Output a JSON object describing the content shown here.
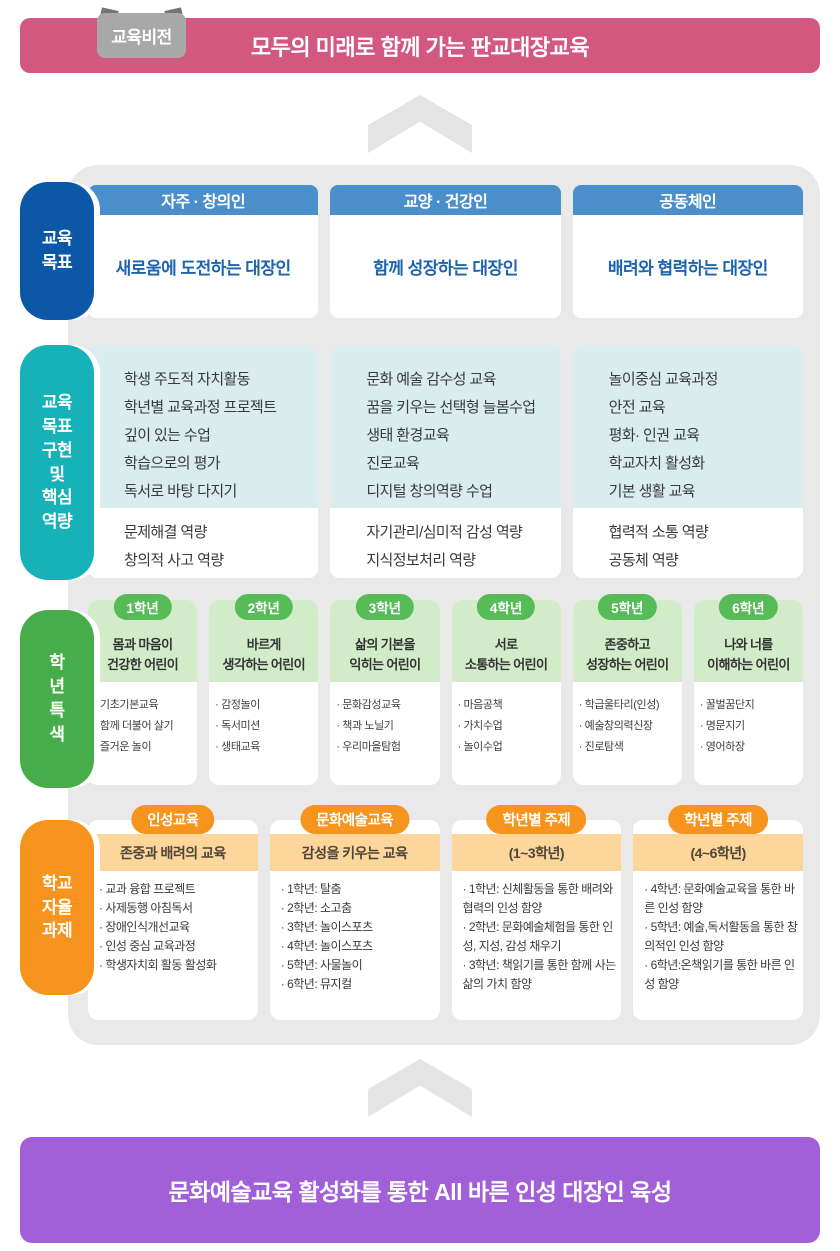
{
  "colors": {
    "banner_pink": "#d25880",
    "badge_gray": "#a8a8a8",
    "goals_blue": "#0d57a7",
    "competency_teal": "#17b2b8",
    "grades_green": "#47ad4a",
    "tasks_orange": "#f7941d",
    "footer_purple": "#a160d8"
  },
  "banner": {
    "badge": "교육비전",
    "title": "모두의 미래로 함께 가는 판교대장교육"
  },
  "goals": {
    "tab": "교육\n목표",
    "cards": [
      {
        "header": "자주 · 창의인",
        "body": "새로움에 도전하는 대장인"
      },
      {
        "header": "교양 · 건강인",
        "body": "함께 성장하는 대장인"
      },
      {
        "header": "공동체인",
        "body": "배려와 협력하는 대장인"
      }
    ]
  },
  "competency": {
    "tab": "교육\n목표\n구현\n및\n핵심\n역량",
    "cards": [
      {
        "programs": [
          "학생 주도적 자치활동",
          "학년별 교육과정 프로젝트",
          "깊이 있는 수업",
          "학습으로의 평가",
          "독서로 바탕 다지기"
        ],
        "competencies": [
          "문제해결 역량",
          "창의적 사고 역량"
        ]
      },
      {
        "programs": [
          "문화 예술 감수성 교육",
          "꿈을 키우는 선택형 늘봄수업",
          "생태 환경교육",
          "진로교육",
          "디지털 창의역량 수업"
        ],
        "competencies": [
          "자기관리/심미적 감성 역량",
          "지식정보처리 역량"
        ]
      },
      {
        "programs": [
          "놀이중심 교육과정",
          "안전 교육",
          "평화· 인권 교육",
          "학교자치 활성화",
          "기본 생활 교육"
        ],
        "competencies": [
          "협력적 소통 역량",
          "공동체 역량"
        ]
      }
    ]
  },
  "grades": {
    "tab": "학\n년\n특\n색",
    "cards": [
      {
        "badge": "1학년",
        "title": "몸과 마음이\n건강한 어린이",
        "items": [
          "기초기본교육",
          "함께 더불어 살기",
          "즐거운 놀이"
        ]
      },
      {
        "badge": "2학년",
        "title": "바르게\n생각하는 어린이",
        "items": [
          "감정놀이",
          "독서미션",
          "생태교육"
        ]
      },
      {
        "badge": "3학년",
        "title": "삶의 기본을\n익히는 어린이",
        "items": [
          "문화감성교육",
          "책과 노닐기",
          "우리마을탐험"
        ]
      },
      {
        "badge": "4학년",
        "title": "서로\n소통하는 어린이",
        "items": [
          "마음공책",
          "가치수업",
          "놀이수업"
        ]
      },
      {
        "badge": "5학년",
        "title": "존중하고\n성장하는 어린이",
        "items": [
          "학급울타리(인성)",
          "예술창의력신장",
          "진로탐색"
        ]
      },
      {
        "badge": "6학년",
        "title": "나와 너를\n이해하는 어린이",
        "items": [
          "꿀벌꿈단지",
          "명문지기",
          "영어하장"
        ]
      }
    ]
  },
  "tasks": {
    "tab": "학교\n자율\n과제",
    "cards": [
      {
        "badge": "인성교육",
        "header": "존중과 배려의 교육",
        "items": [
          "교과 융합 프로젝트",
          "사제동행 아침독서",
          "장애인식개선교육",
          "인성 중심 교육과정",
          "학생자치회 활동 활성화"
        ]
      },
      {
        "badge": "문화예술교육",
        "header": "감성을 키우는 교육",
        "items": [
          "1학년: 탈춤",
          "2학년: 소고춤",
          "3학년: 놀이스포츠",
          "4학년: 놀이스포츠",
          "5학년: 사물놀이",
          "6학년: 뮤지컬"
        ]
      },
      {
        "badge": "학년별 주제",
        "header": "(1~3학년)",
        "items": [
          "1학년: 신체활동을 통한 배려와 협력의 인성 함양",
          "2학년: 문화예술체험을 통한 인성, 지성, 감성 채우기",
          "3학년: 책읽기를 통한 함께 사는 삶의 가치 함양"
        ]
      },
      {
        "badge": "학년별 주제",
        "header": "(4~6학년)",
        "items": [
          "4학년: 문화예술교육을 통한 바른 인성 함양",
          "5학년: 예술,독서활동을 통한 창의적인 인성 함양",
          "6학년:온책읽기를 통한 바른 인성 함양"
        ]
      }
    ]
  },
  "footer": {
    "title": "문화예술교육 활성화를 통한 All 바른 인성 대장인 육성"
  }
}
